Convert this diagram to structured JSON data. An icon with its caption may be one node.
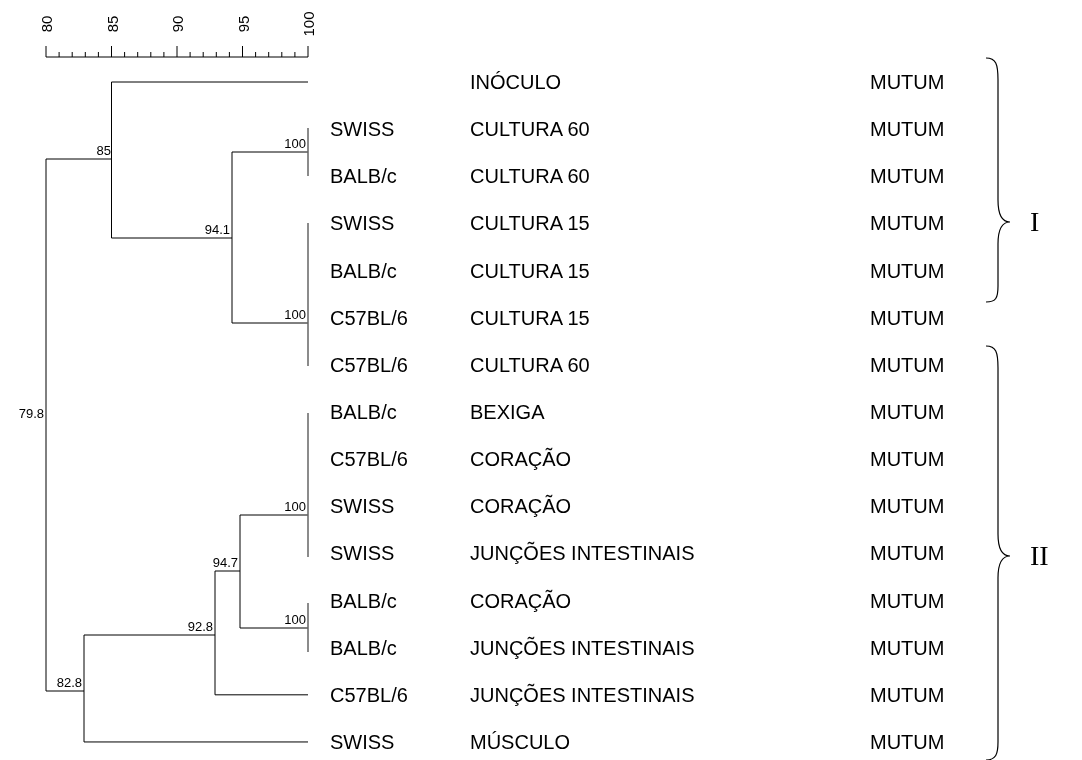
{
  "diagram": {
    "labels": [
      "80",
      "85",
      "90",
      "95",
      "100",
      "INÓCULO",
      "MUTUM",
      "SWISS",
      "CULTURA 60",
      "MUTUM",
      "BALB/c",
      "CULTURA 60",
      "MUTUM",
      "SWISS",
      "CULTURA 15",
      "MUTUM",
      "BALB/c",
      "CULTURA 15",
      "MUTUM",
      "C57BL/6",
      "CULTURA 15",
      "MUTUM",
      "C57BL/6",
      "CULTURA 60",
      "MUTUM",
      "BALB/c",
      "BEXIGA",
      "MUTUM",
      "C57BL/6",
      "CORAÇÃO",
      "MUTUM",
      "SWISS",
      "CORAÇÃO",
      "MUTUM",
      "SWISS",
      "JUNÇÕES INTESTINAIS",
      "MUTUM",
      "BALB/c",
      "CORAÇÃO",
      "MUTUM",
      "BALB/c",
      "JUNÇÕES INTESTINAIS",
      "MUTUM",
      "C57BL/6",
      "JUNÇÕES INTESTINAIS",
      "MUTUM",
      "SWISS",
      "MÚSCULO",
      "MUTUM",
      "85",
      "100",
      "94.1",
      "100",
      "79.8",
      "100",
      "94.7",
      "100",
      "92.8",
      "82.8",
      "I",
      "II"
    ]
  }
}
